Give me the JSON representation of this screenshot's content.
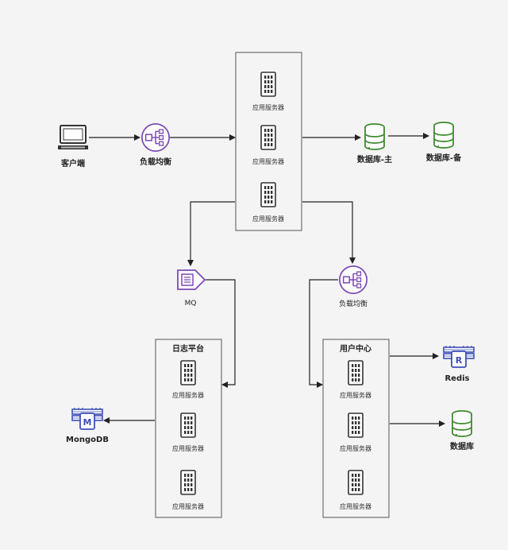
{
  "nodes": {
    "client": "客户端",
    "lb_top": "负载均衡",
    "db_primary": "数据库-主",
    "db_backup": "数据库-备",
    "mq": "MQ",
    "lb_bottom": "负载均衡",
    "mongodb": "MongoDB",
    "redis": "Redis",
    "db": "数据库"
  },
  "groups": {
    "log_platform": "日志平台",
    "user_center": "用户中心"
  },
  "server_label": "应用服务器",
  "colors": {
    "database": "#3f8a2e",
    "balancer": "#7b4bb4",
    "mq": "#7b4bb4",
    "storage": "#3d4fb8",
    "server": "#333333"
  },
  "icons": {
    "client": "laptop-icon",
    "server": "server-rack-icon",
    "balancer": "load-balancer-icon",
    "database": "database-icon",
    "mq": "message-queue-icon",
    "redis": "redis-icon",
    "mongodb": "mongodb-icon"
  }
}
